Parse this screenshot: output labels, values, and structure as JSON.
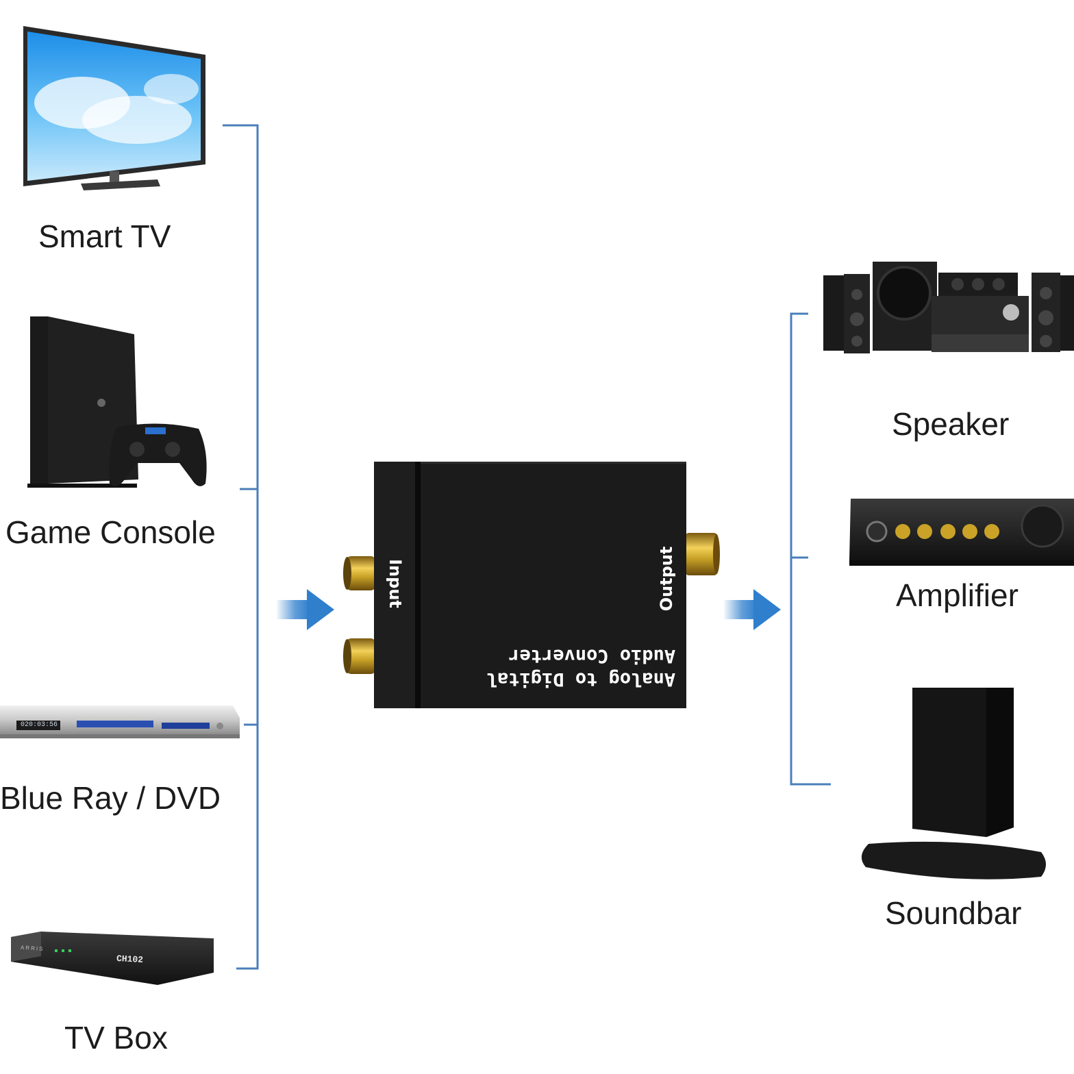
{
  "sources": {
    "smart_tv": "Smart TV",
    "game_console": "Game Console",
    "bluray_dvd": "Blue Ray / DVD",
    "tv_box": "TV Box"
  },
  "outputs": {
    "speaker": "Speaker",
    "amplifier": "Amplifier",
    "soundbar": "Soundbar"
  },
  "converter": {
    "input_label": "Input",
    "output_label": "Output",
    "name_line1": "Analog to Digital",
    "name_line2": "Audio Converter"
  },
  "device_text": {
    "dvd_display": "020:03:56",
    "box_brand": "ARRIS",
    "box_model": "CH102"
  },
  "colors": {
    "connector_line": "#4a7fb8",
    "arrow": "#3a86d0",
    "converter_body": "#1b1b1b",
    "gold": "#c9a227"
  }
}
